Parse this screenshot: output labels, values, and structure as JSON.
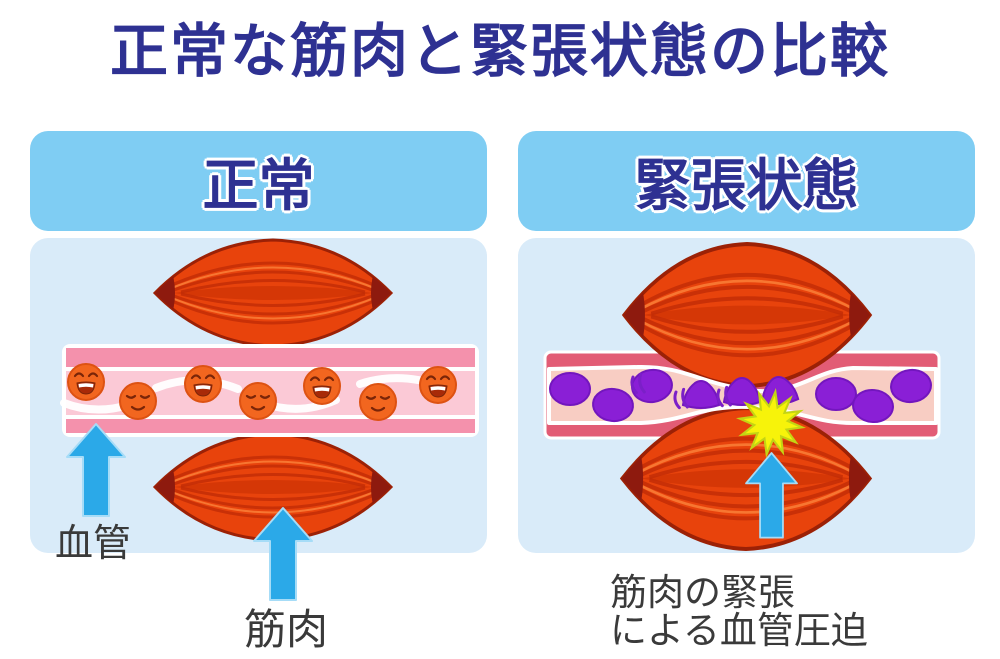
{
  "title": "正常な筋肉と緊張状態の比較",
  "colors": {
    "title_navy": "#2E3192",
    "header_band_blue": "#7FCDF3",
    "panel_body_blue": "#D9EBF9",
    "muscle_orange": "#E8430C",
    "muscle_stripe_dark": "#C02C06",
    "muscle_end_dark": "#8E1A0E",
    "vessel_border_pink": "#F491AC",
    "vessel_lumen_pink": "#FBC9D6",
    "vessel_border_rose": "#E25C75",
    "vessel_lumen_peach": "#F8CDC3",
    "blood_cell_orange": "#F2661F",
    "blood_cell_purple": "#8A1FD6",
    "arrow_blue": "#2BA9E8",
    "starburst_yellow": "#F7F30A",
    "label_gray": "#3A3A3A"
  },
  "left_panel": {
    "header": "正常",
    "vessel_label": "血管",
    "muscle_label": "筋肉"
  },
  "right_panel": {
    "header": "緊張状態",
    "caption_line1": "筋肉の緊張",
    "caption_line2": "による血管圧迫"
  }
}
